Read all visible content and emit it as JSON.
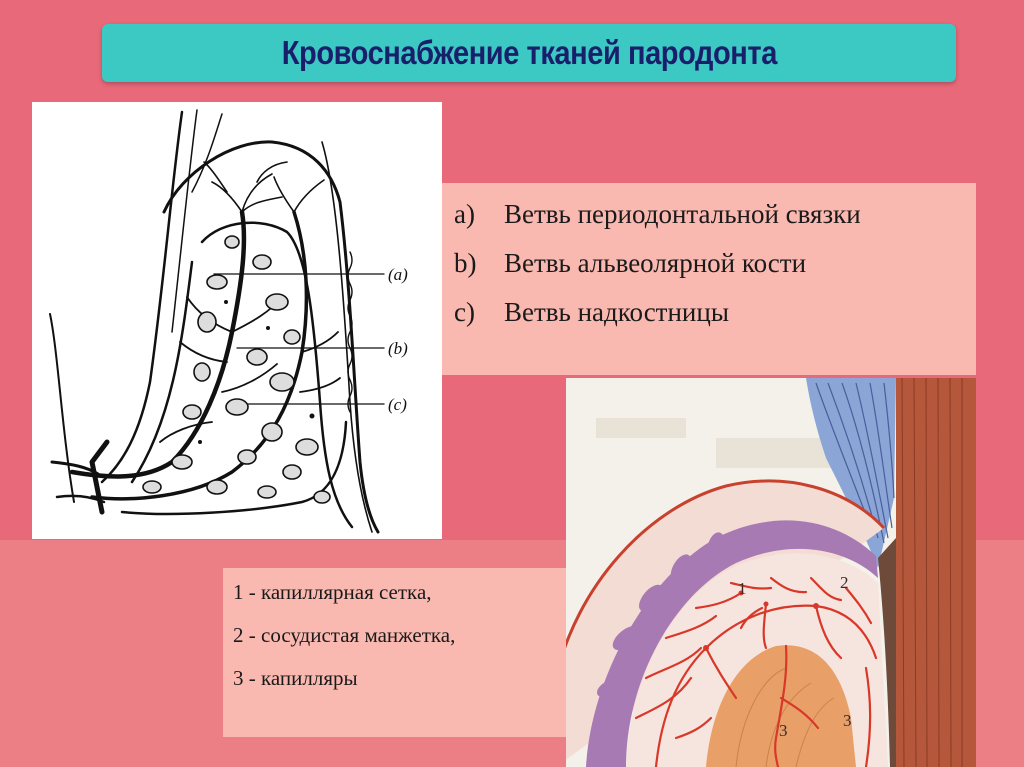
{
  "slide": {
    "title": "Кровоснабжение тканей пародонта"
  },
  "diagram_a": {
    "labels": [
      "(a)",
      "(b)",
      "(c)"
    ]
  },
  "legend_a": {
    "items": [
      {
        "marker": "a)",
        "text": "Ветвь периодонтальной связки"
      },
      {
        "marker": "b)",
        "text": "Ветвь альвеолярной кости"
      },
      {
        "marker": "c)",
        "text": "Ветвь надкостницы"
      }
    ]
  },
  "legend_b": {
    "items": [
      "1 - капиллярная сетка,",
      "2 - сосудистая манжетка,",
      "3 - капилляры"
    ]
  },
  "diagram_b": {
    "labels": [
      "1",
      "2",
      "3",
      "3"
    ]
  },
  "colors": {
    "background_top": "#e8697a",
    "background_bottom": "#ec7f86",
    "title_bar": "#3cc9c4",
    "title_text": "#1a1f6b",
    "legend_panel": "#f9b8b0"
  }
}
